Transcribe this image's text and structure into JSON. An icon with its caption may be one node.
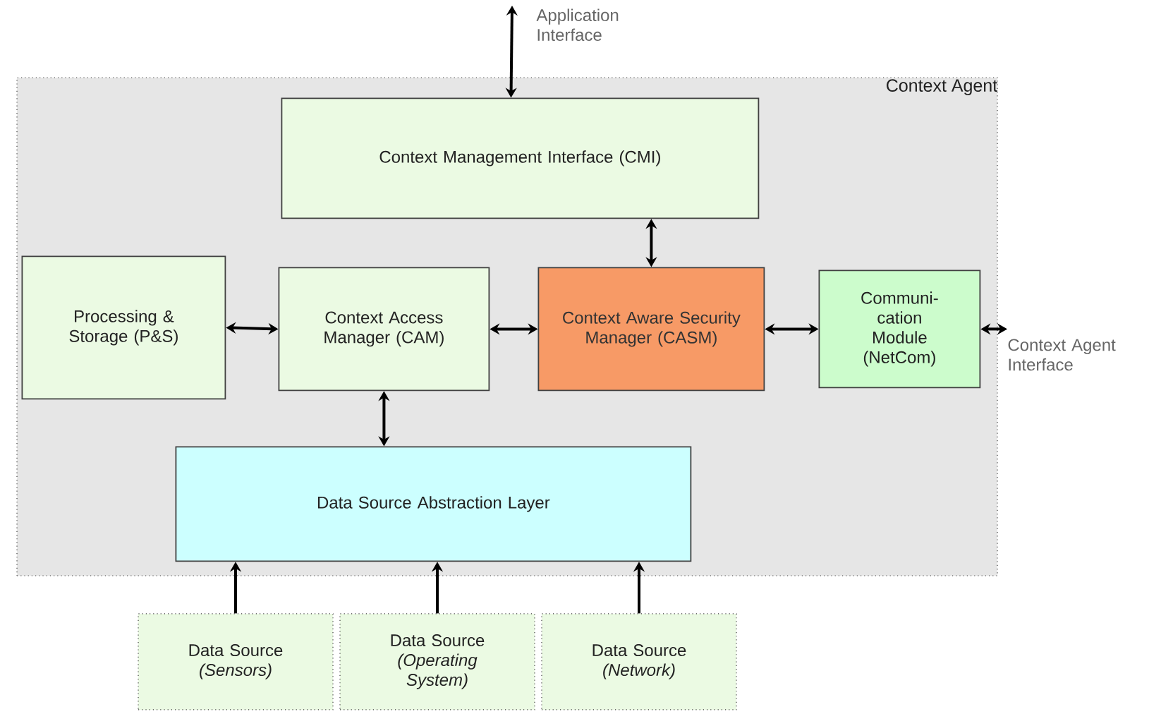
{
  "diagram": {
    "nodes": [
      {
        "text": [
          "Context Agent"
        ]
      },
      {
        "text": [
          "Context Management Interface (CMI)"
        ],
        "in": 0
      },
      {
        "text": [
          "Processing & Storage (P&S)"
        ],
        "in": 0
      },
      {
        "text": [
          "Context Access Manager (CAM)"
        ],
        "in": 0
      },
      {
        "text": [
          "Context Aware Security Manager (CASM)"
        ],
        "in": 0
      },
      {
        "text": [
          "Communi-cation Module (NetCom)"
        ],
        "in": 0
      },
      {
        "text": [
          "Data Source Abstraction Layer"
        ],
        "in": 0
      },
      {
        "text": [
          "Data Source",
          "(Sensors)"
        ]
      },
      {
        "text": [
          "Data Source",
          "(Operating System)"
        ]
      },
      {
        "text": [
          "Data Source",
          "(Network)"
        ]
      },
      {
        "text": [
          "Application Interface"
        ]
      },
      {
        "text": [
          "Context Agent Interface"
        ]
      }
    ],
    "edges": [
      {
        "from": 10,
        "to": 1,
        "arrow": "both"
      },
      {
        "from": 1,
        "to": 4,
        "arrow": "both"
      },
      {
        "from": 2,
        "to": 3,
        "arrow": "both"
      },
      {
        "from": 3,
        "to": 4,
        "arrow": "both"
      },
      {
        "from": 4,
        "to": 5,
        "arrow": "both"
      },
      {
        "from": 5,
        "to": 11,
        "arrow": "both"
      },
      {
        "from": 3,
        "to": 6,
        "arrow": "both"
      },
      {
        "from": 7,
        "to": 6,
        "arrow": "to"
      },
      {
        "from": 8,
        "to": 6,
        "arrow": "to"
      },
      {
        "from": 9,
        "to": 6,
        "arrow": "to"
      }
    ]
  }
}
